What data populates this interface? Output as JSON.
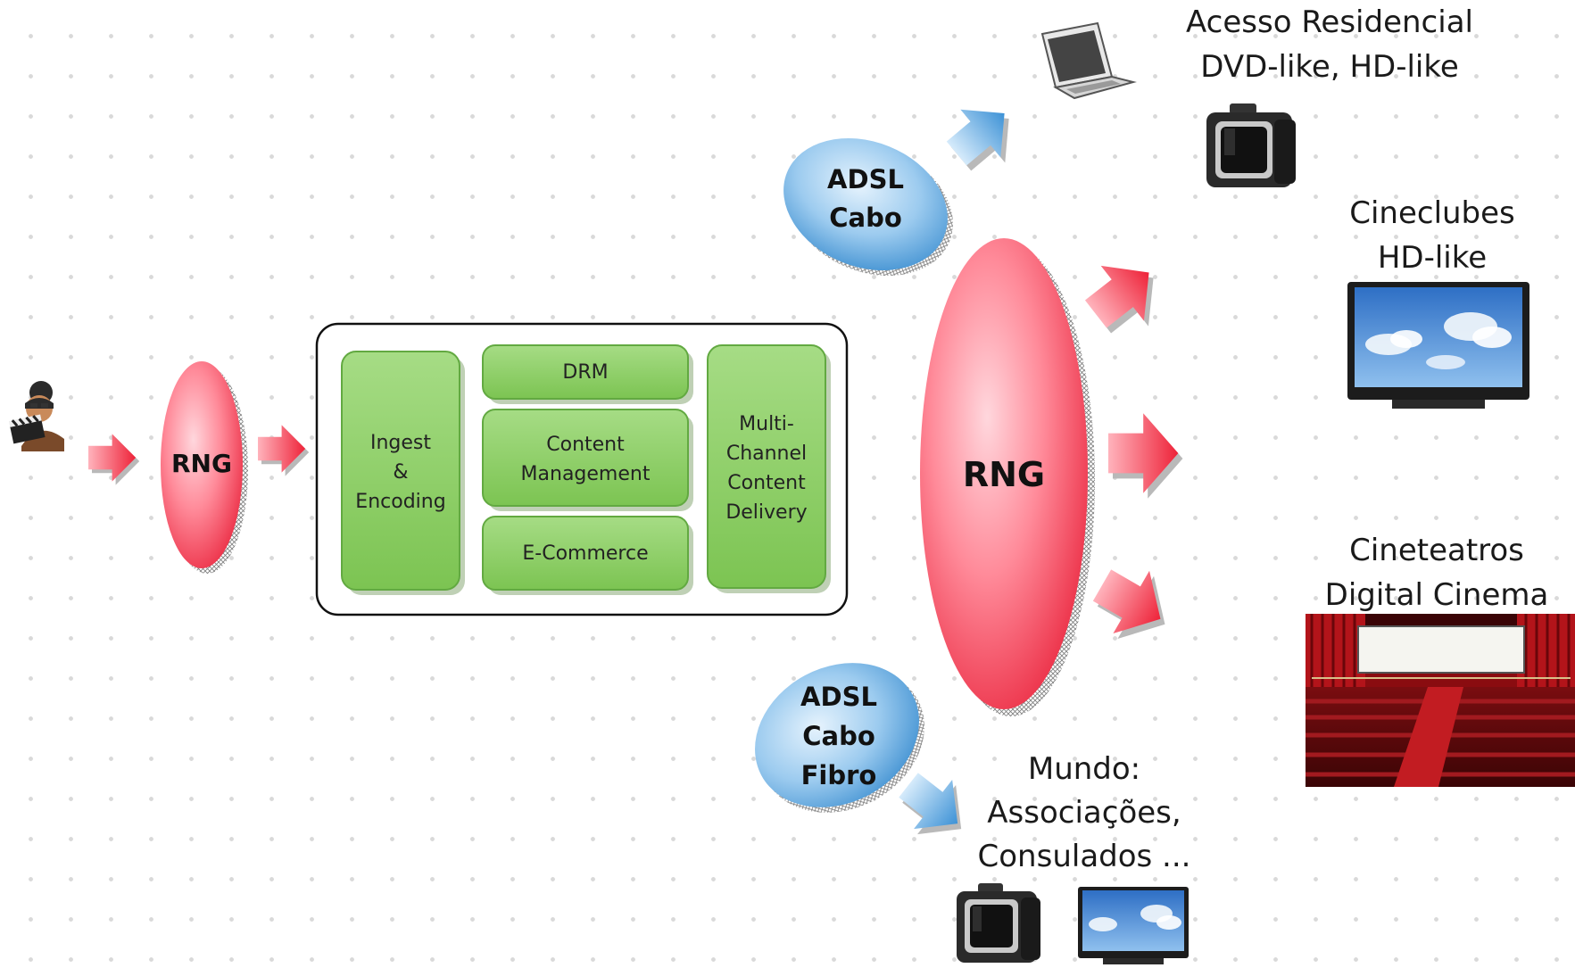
{
  "source_node": {
    "icon": "director-clapperboard-icon"
  },
  "rng_small": {
    "label": "RNG"
  },
  "platform": {
    "blocks": {
      "ingest": [
        "Ingest",
        "&",
        "Encoding"
      ],
      "drm": "DRM",
      "content_management": [
        "Content",
        "Management"
      ],
      "ecommerce": "E-Commerce",
      "delivery": [
        "Multi-",
        "Channel",
        "Content",
        "Delivery"
      ]
    }
  },
  "rng_large": {
    "label": "RNG"
  },
  "network_top": {
    "lines": [
      "ADSL",
      "Cabo"
    ]
  },
  "network_bottom": {
    "lines": [
      "ADSL",
      "Cabo",
      "Fibro"
    ]
  },
  "destinations": {
    "residential": {
      "lines": [
        "Acesso Residencial",
        "DVD-like, HD-like"
      ],
      "icons": [
        "laptop-icon",
        "crt-tv-icon"
      ]
    },
    "cineclubes": {
      "lines": [
        "Cineclubes",
        "HD-like"
      ],
      "icons": [
        "flat-tv-icon"
      ]
    },
    "cineteatros": {
      "lines": [
        "Cineteatros",
        "Digital Cinema"
      ],
      "icons": [
        "cinema-theater-photo"
      ]
    },
    "mundo": {
      "lines": [
        "Mundo:",
        "Associações,",
        "Consulados ..."
      ],
      "icons": [
        "crt-tv-icon",
        "flat-tv-icon"
      ]
    }
  },
  "colors": {
    "rng_red": "#ff3b4f",
    "arrow_red": "#f0384a",
    "arrow_blue": "#4aa3e0",
    "network_blue": "#4d9fdc",
    "block_green": "#8ccf66",
    "block_green_dark": "#5aa83c"
  }
}
